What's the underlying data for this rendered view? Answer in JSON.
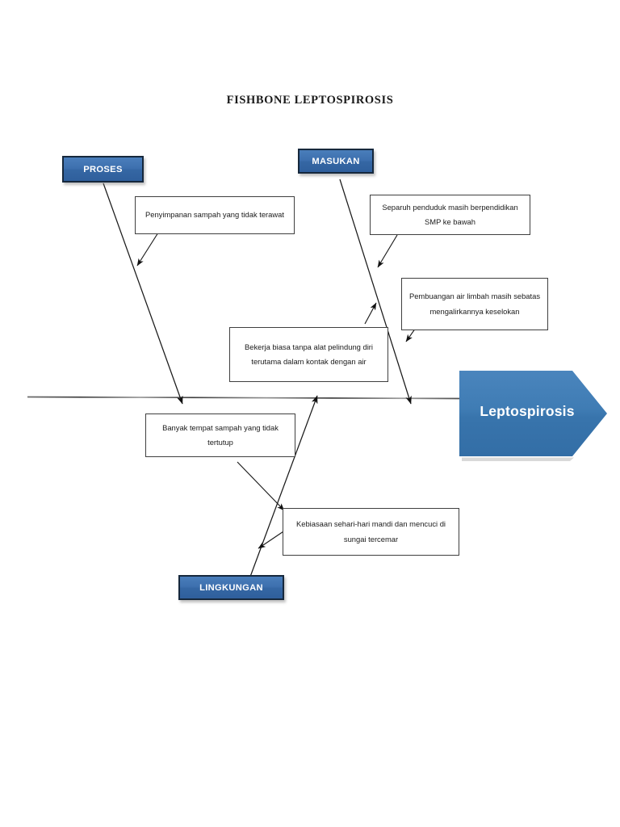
{
  "title": "FISHBONE LEPTOSPIROSIS",
  "effect": {
    "label": "Leptospirosis",
    "shape": "right-arrow-pentagon",
    "fill": "#3f7cb4",
    "text_color": "#ffffff"
  },
  "colors": {
    "category_fill_top": "#4a7ebb",
    "category_fill_bottom": "#2f5f9c",
    "category_border": "#16283c",
    "cause_box_border": "#3f3f3f",
    "spine": "#4c4c4c",
    "bone": "#1a1a1a",
    "title_color": "#1a1a1a"
  },
  "categories": [
    {
      "id": "proses",
      "label": "PROSES",
      "side": "top"
    },
    {
      "id": "masukan",
      "label": "MASUKAN",
      "side": "top"
    },
    {
      "id": "lingkungan",
      "label": "LINGKUNGAN",
      "side": "bottom"
    }
  ],
  "causes": [
    {
      "id": "penyimpanan-sampah",
      "category": "proses",
      "text": "Penyimpanan sampah yang tidak terawat"
    },
    {
      "id": "separuh-penduduk",
      "category": "masukan",
      "text": "Separuh penduduk masih berpendidikan SMP ke bawah"
    },
    {
      "id": "pembuangan-air-limbah",
      "category": "masukan",
      "text": "Pembuangan air limbah masih sebatas mengalirkannya keselokan"
    },
    {
      "id": "bekerja-tanpa-apd",
      "category": "masukan",
      "text": "Bekerja biasa tanpa alat pelindung diri terutama dalam kontak dengan air"
    },
    {
      "id": "tempat-sampah-terbuka",
      "category": "lingkungan",
      "text": "Banyak tempat sampah yang tidak tertutup"
    },
    {
      "id": "mandi-sungai-tercemar",
      "category": "lingkungan",
      "text": "Kebiasaan sehari-hari mandi dan mencuci di sungai tercemar"
    }
  ]
}
